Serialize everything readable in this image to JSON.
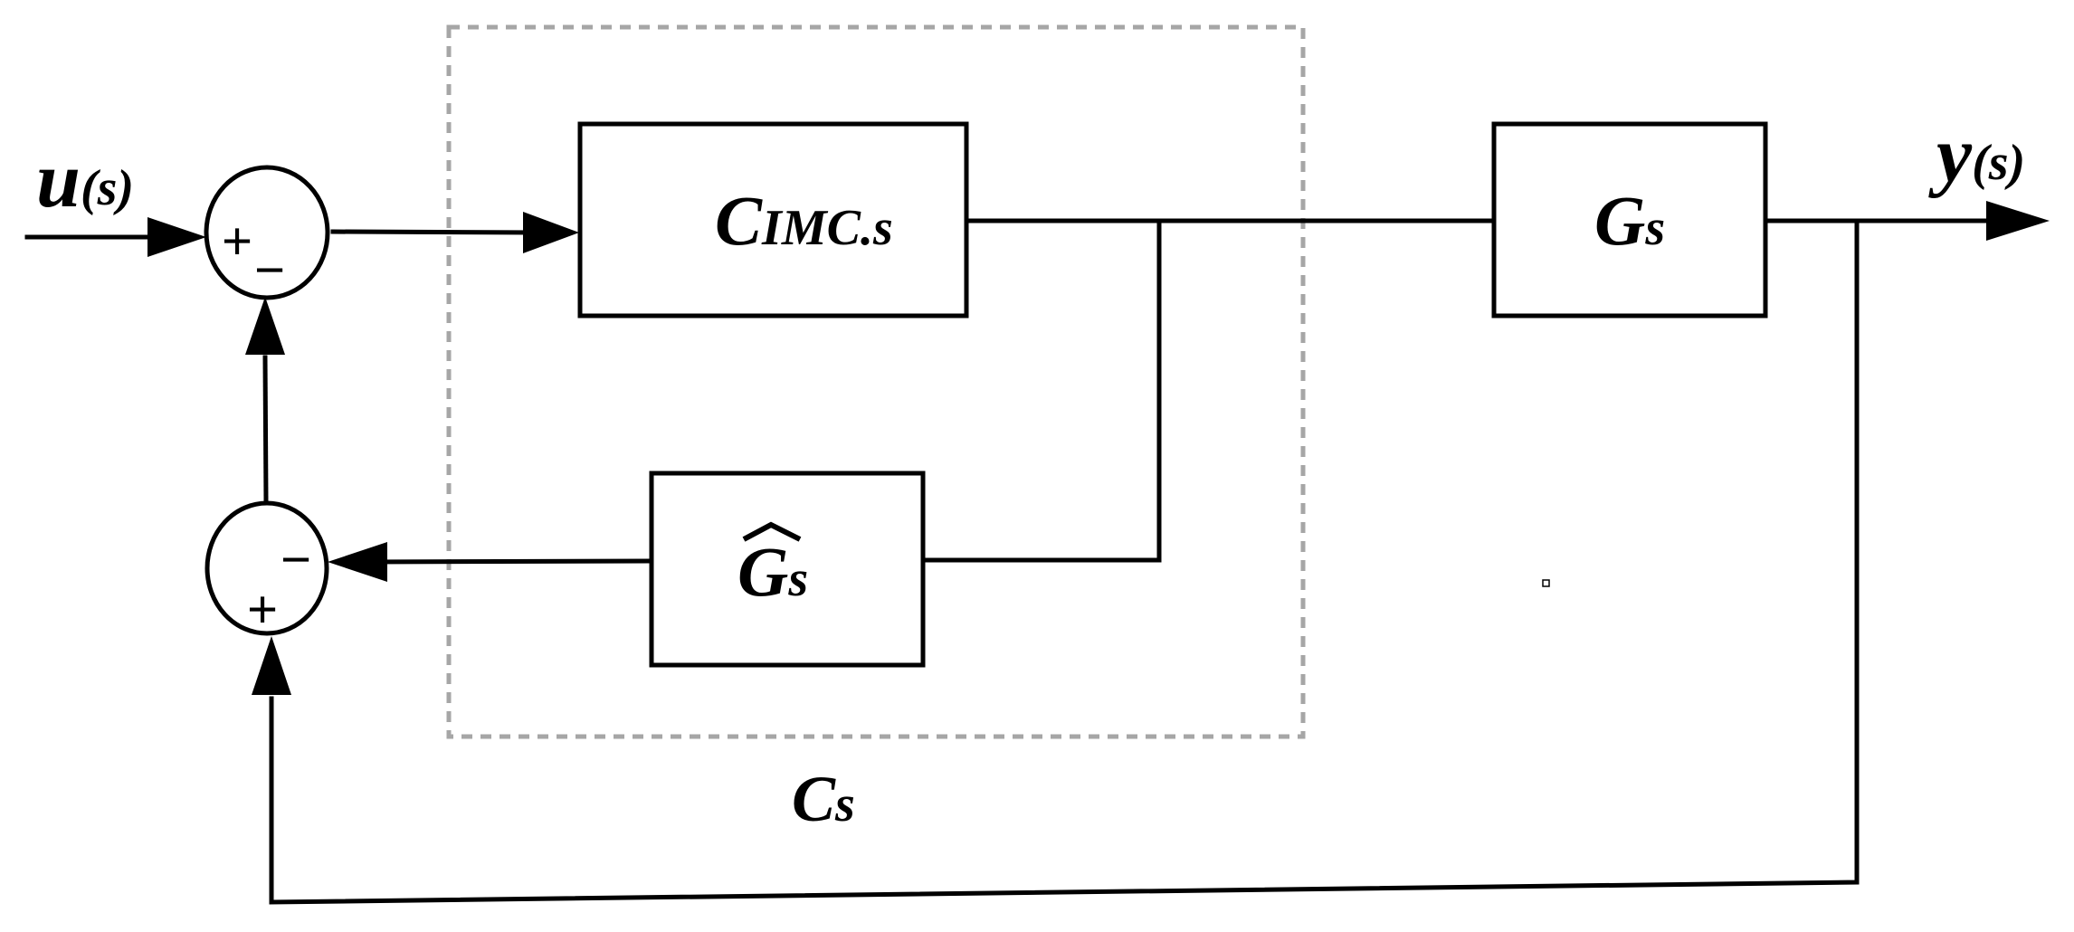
{
  "diagram": {
    "input": {
      "main": "u",
      "arg": "(s)"
    },
    "output": {
      "main": "y",
      "arg": "(s)"
    },
    "blocks": {
      "controller": {
        "main": "C",
        "sub": "IMC.s"
      },
      "plant": {
        "main": "G",
        "sub": "s"
      },
      "model": {
        "hat": "^",
        "main": "G",
        "sub": "s"
      }
    },
    "group": {
      "main": "C",
      "sub": "s"
    },
    "sum1": {
      "plus": "+",
      "minus": "−"
    },
    "sum2": {
      "plus": "+",
      "minus": "−"
    }
  }
}
